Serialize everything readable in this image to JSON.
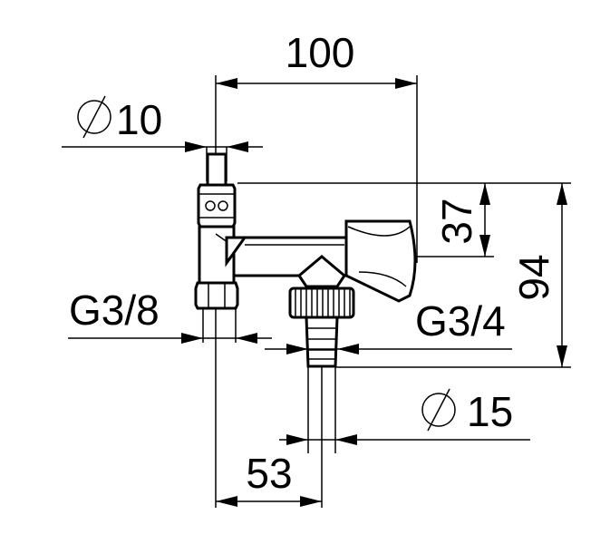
{
  "dimensions": {
    "width_total": "100",
    "inlet_diameter_symbol": "⌀",
    "inlet_diameter": "10",
    "inlet_thread": "G3/8",
    "outlet_thread": "G3/4",
    "hose_diameter_symbol": "⌀",
    "hose_diameter": "15",
    "offset_horizontal": "53",
    "offset_vertical_small": "37",
    "height_total": "94"
  },
  "colors": {
    "line": "#000000",
    "background": "#ffffff"
  }
}
